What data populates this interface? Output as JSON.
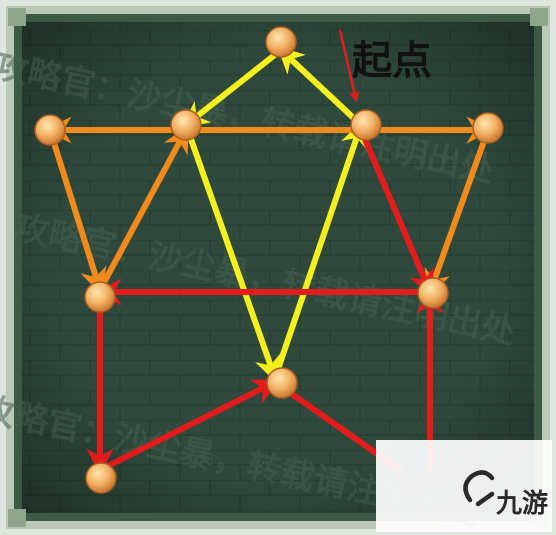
{
  "puzzle": {
    "start_label": "起点",
    "nodes": [
      {
        "id": "top"
      },
      {
        "id": "upper-left-outer"
      },
      {
        "id": "upper-left-inner"
      },
      {
        "id": "upper-right-inner"
      },
      {
        "id": "upper-right-outer"
      },
      {
        "id": "middle-left"
      },
      {
        "id": "middle-right"
      },
      {
        "id": "center-bottom"
      },
      {
        "id": "bottom-left"
      }
    ],
    "path_colors": {
      "yellow": "#f4ef1e",
      "orange": "#f28a1c",
      "red": "#e41c1c"
    }
  },
  "watermarks": [
    "攻略官：沙尘暴，转载请注明出处",
    "攻略官：沙尘暴，转载请注明出处",
    "攻略官：沙尘暴，转载请注明出处"
  ],
  "logo": {
    "text": "九游",
    "icon": "jiuyou-logo-icon"
  }
}
